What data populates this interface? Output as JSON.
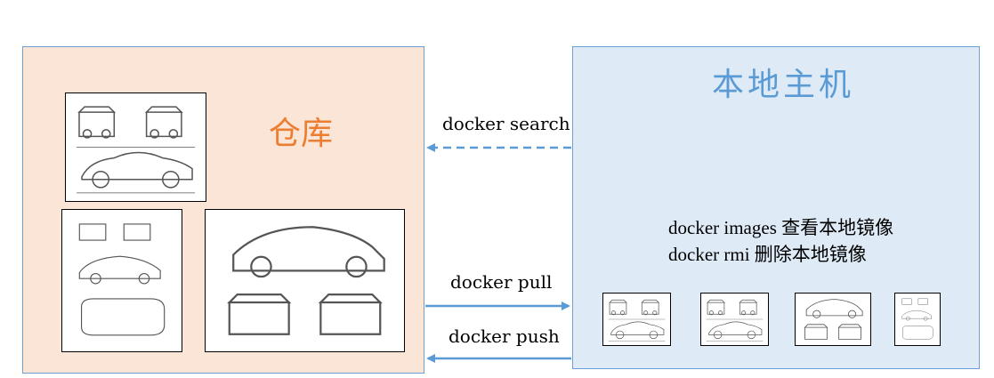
{
  "repository": {
    "title": "仓库"
  },
  "host": {
    "title": "本地主机"
  },
  "commands": {
    "search": "docker search",
    "pull": "docker pull",
    "push": "docker push",
    "images": "docker images 查看本地镜像",
    "rmi": "docker rmi 删除本地镜像"
  },
  "colors": {
    "repo_fill": "#fbe5d6",
    "host_fill": "#deebf7",
    "border": "#6f9fd8",
    "arrow": "#5b9bd5",
    "repo_title": "#ed7d31",
    "host_title": "#5b9bd5"
  }
}
